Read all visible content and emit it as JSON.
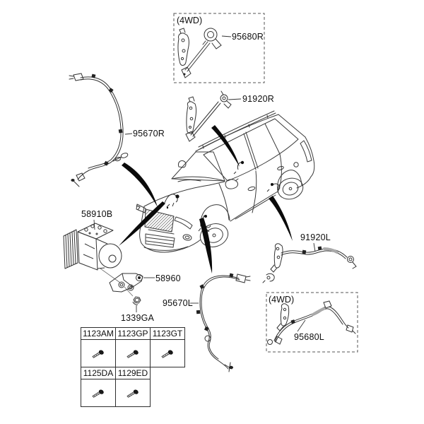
{
  "colors": {
    "background": "#ffffff",
    "line": "#333333",
    "swoosh": "#0b0b0b",
    "text": "#0e0e0e"
  },
  "variant_boxes": {
    "top": {
      "tag": "(4WD)",
      "part_label": "95680R"
    },
    "bottom": {
      "tag": "(4WD)",
      "part_label": "95680L"
    }
  },
  "callouts": {
    "front_sensor_right": "95670R",
    "rear_sensor_right": "91920R",
    "hydraulic_module": "58910B",
    "module_bracket": "58960",
    "flange_nut": "1339GA",
    "front_sensor_left": "95670L",
    "rear_sensor_left": "91920L"
  },
  "bolt_table": {
    "rows": [
      {
        "cells": [
          "1123AM",
          "1123GP",
          "1123GT"
        ]
      },
      {
        "cells": [
          "1125DA",
          "1129ED"
        ]
      }
    ]
  }
}
